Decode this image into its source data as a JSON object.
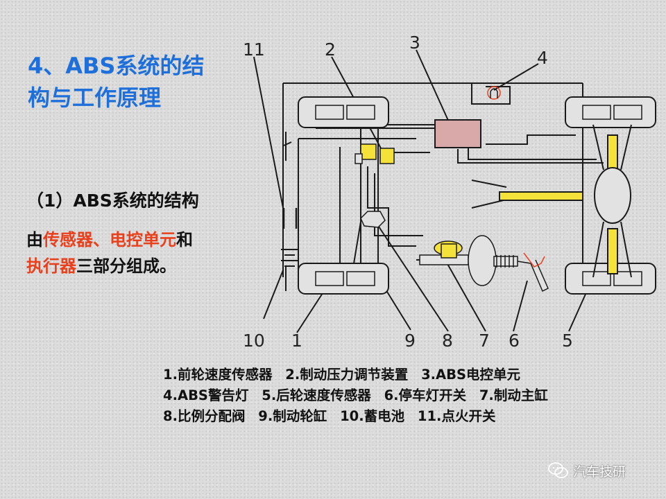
{
  "slide": {
    "title_line1": "4、ABS系统的结",
    "title_line2": "构与工作原理",
    "subheading": "（1）ABS系统的结构",
    "composition": {
      "p1": "由",
      "r1": "传感器、电控单元",
      "p2": "和",
      "r2": "执行器",
      "p3": "三部分组成。"
    },
    "diagram_numbers": [
      "11",
      "2",
      "3",
      "4",
      "10",
      "1",
      "9",
      "8",
      "7",
      "6",
      "5"
    ],
    "legend": [
      [
        "1.前轮速度传感器",
        "2.制动压力调节装置",
        "3.ABS电控单元"
      ],
      [
        "4.ABS警告灯",
        "5.后轮速度传感器",
        "6.停车灯开关",
        "7.制动主缸"
      ],
      [
        "8.比例分配阀",
        "9.制动轮缸",
        "10.蓄电池",
        "11.点火开关"
      ]
    ],
    "watermark": "汽车技研"
  },
  "colors": {
    "title": "#1e6fd9",
    "accent_red": "#e8401c",
    "ecu_fill": "#d9a8a8",
    "axle_yellow": "#f4e23a",
    "tire_fill": "#e2e2e2",
    "line": "#1a1a1a"
  },
  "icons": [
    "wechat-icon",
    "warning-lamp-icon"
  ]
}
